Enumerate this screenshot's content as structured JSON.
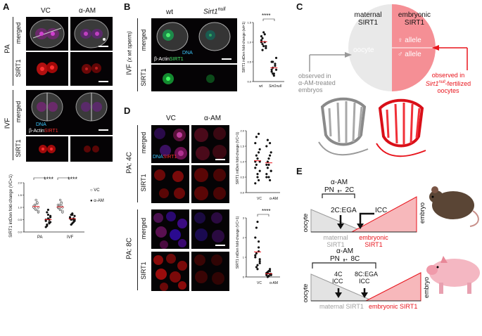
{
  "panels": {
    "A": {
      "letter": "A",
      "col_vc": "VC",
      "col_aam": "α-AM",
      "group_pa": "PA",
      "group_ivf": "IVF",
      "row_merged": "merged",
      "row_sirt1": "SIRT1",
      "overlay_dna": "DNA",
      "overlay_actin": "β-Actin",
      "overlay_sirt1": "SIRT1",
      "chart": {
        "ylabel": "SIRT1 intDen fold-change (VC=1)",
        "categories": [
          "PA",
          "IVF"
        ],
        "yticks": [
          "0.0",
          "0.5",
          "1.0",
          "1.5",
          "2.0"
        ],
        "sig": [
          "****",
          "****"
        ],
        "legend_vc": "VC",
        "legend_aam": "α-AM"
      }
    },
    "B": {
      "letter": "B",
      "col_wt": "wt",
      "col_null": "Sirt1",
      "col_null_sup": "null",
      "group": "IVF",
      "group_note": "(x wt sperm)",
      "row_merged": "merged",
      "row_sirt1": "SIRT1",
      "overlay_dna": "DNA",
      "overlay_actin": "β-Actin",
      "overlay_sirt1": "SIRT1",
      "chart": {
        "ylabel": "SIRT1 intDen fold-change (wt=1)",
        "categories": [
          "wt",
          "Sirt1null"
        ],
        "yticks": [
          "0.0",
          "0.5",
          "1.0",
          "1.5"
        ],
        "sig": "****"
      }
    },
    "C": {
      "letter": "C",
      "maternal": "maternal",
      "maternal2": "SIRT1",
      "embryonic": "embryonic",
      "embryonic2": "SIRT1",
      "oocyte": "oocyte",
      "female_allele": "♀ allele",
      "male_allele": "♂ allele",
      "left_note_1": "observed in",
      "left_note_2": "α-AM-treated",
      "left_note_3": "embryos",
      "right_note_1": "observed in",
      "right_note_2a": "Sirt1",
      "right_note_2b": "null",
      "right_note_2c": "-fertilized",
      "right_note_3": "oocytes"
    },
    "D": {
      "letter": "D",
      "col_vc": "VC",
      "col_aam": "α-AM",
      "group_4c": "PA: 4C",
      "group_8c": "PA: 8C",
      "row_merged": "merged",
      "row_sirt1": "SIRT1",
      "overlay_dna": "DNA",
      "overlay_sirt1": "SIRT1",
      "chart_4c": {
        "ylabel": "SIRT1 intDen fold-change (VC=1)",
        "categories": [
          "VC",
          "α-AM"
        ],
        "yticks": [
          "0.0",
          "0.5",
          "1.0",
          "1.5",
          "2.0"
        ]
      },
      "chart_8c": {
        "ylabel": "SIRT1 intDen fold-change (VC=1)",
        "categories": [
          "VC",
          "α-AM"
        ],
        "yticks": [
          "0",
          "1",
          "2",
          "3"
        ],
        "sig": "****"
      }
    },
    "E": {
      "letter": "E",
      "mouse": {
        "title1": "α-AM",
        "title2": "PN → 2C",
        "ega": "2C:EGA",
        "icc": "ICC",
        "left_axis": "oocyte",
        "right_axis": "embryo",
        "maternal1": "maternal",
        "maternal2": "SIRT1",
        "embryonic1": "embryonic",
        "embryonic2": "SIRT1"
      },
      "pig": {
        "title1": "α-AM",
        "title2": "PN → 8C",
        "c4": "4C",
        "icc1": "ICC",
        "ega": "8C:EGA",
        "icc2": "ICC",
        "left_axis": "oocyte",
        "right_axis": "embryo",
        "maternal": "maternal SIRT1",
        "embryonic": "embryonic SIRT1"
      }
    }
  },
  "colors": {
    "red": "#e8141c",
    "pink": "#f5a3a7",
    "grey": "#bdbdbd",
    "lightgrey": "#e9e9e9"
  },
  "chart_data": [
    {
      "type": "scatter",
      "panel": "A",
      "categories": [
        "PA",
        "IVF"
      ],
      "series": [
        {
          "name": "VC",
          "values": [
            [
              1.0,
              1.1,
              0.9,
              1.2,
              0.8,
              1.05,
              0.95,
              1.3,
              1.15,
              0.85,
              1.0,
              1.1,
              0.9,
              1.2,
              1.0
            ],
            [
              1.0,
              1.1,
              0.9,
              1.2,
              0.8,
              1.0,
              0.95,
              1.3,
              1.05,
              0.85,
              1.1,
              1.0,
              0.9,
              1.15,
              1.0
            ]
          ]
        },
        {
          "name": "α-AM",
          "values": [
            [
              0.5,
              0.3,
              0.7,
              0.4,
              0.6,
              0.2,
              0.8,
              0.55,
              0.35,
              0.65,
              0.45,
              0.25,
              0.9,
              0.5,
              0.4
            ],
            [
              0.6,
              0.5,
              0.7,
              0.4,
              0.65,
              0.55,
              0.3,
              0.75,
              0.5,
              0.45,
              0.6,
              0.7,
              0.35,
              0.55,
              0.5
            ]
          ]
        }
      ],
      "ylabel": "SIRT1 intDen fold-change (VC=1)",
      "ylim": [
        0,
        2
      ]
    },
    {
      "type": "scatter",
      "panel": "B",
      "categories": [
        "wt",
        "Sirt1null"
      ],
      "values": [
        [
          1.0,
          1.1,
          0.9,
          1.2,
          0.85,
          1.05,
          0.95,
          1.25,
          1.0,
          0.9,
          1.15,
          0.8
        ],
        [
          0.3,
          0.5,
          0.2,
          0.4,
          0.6,
          0.25,
          0.35,
          0.15,
          0.45,
          0.3,
          0.5,
          0.2
        ]
      ],
      "ylabel": "SIRT1 intDen fold-change (wt=1)",
      "ylim": [
        0,
        1.5
      ]
    },
    {
      "type": "scatter",
      "panel": "D-4C",
      "categories": [
        "VC",
        "α-AM"
      ],
      "values": [
        [
          1.0,
          1.8,
          0.5,
          1.3,
          0.7,
          1.6,
          0.9,
          1.1,
          0.4,
          1.4,
          0.8,
          1.2,
          0.6,
          1.9,
          1.0,
          0.3
        ],
        [
          0.9,
          1.7,
          0.5,
          1.2,
          0.7,
          1.5,
          0.8,
          1.1,
          0.4,
          1.3,
          0.6,
          1.0,
          0.9,
          1.6,
          0.7,
          0.5
        ]
      ],
      "ylabel": "SIRT1 intDen fold-change (VC=1)",
      "ylim": [
        0,
        2
      ]
    },
    {
      "type": "scatter",
      "panel": "D-8C",
      "categories": [
        "VC",
        "α-AM"
      ],
      "values": [
        [
          1.0,
          2.5,
          0.6,
          1.5,
          0.8,
          2.0,
          1.2,
          0.4,
          1.8,
          0.9,
          1.1,
          0.5,
          2.8,
          1.3,
          0.7
        ],
        [
          0.1,
          0.2,
          0.05,
          0.3,
          0.15,
          0.1,
          0.25,
          0.05,
          0.4,
          0.1,
          0.2,
          0.0,
          0.3,
          0.15,
          0.1
        ]
      ],
      "ylabel": "SIRT1 intDen fold-change (VC=1)",
      "ylim": [
        0,
        3
      ]
    }
  ]
}
